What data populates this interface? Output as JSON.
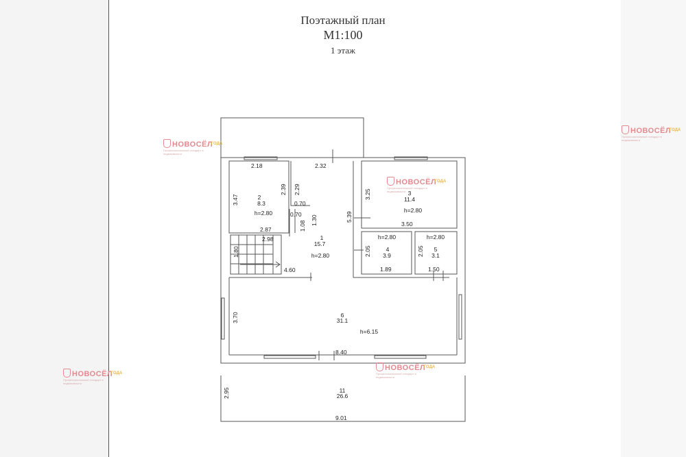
{
  "header": {
    "title": "Поэтажный план",
    "scale": "М1:100",
    "floor": "1 этаж"
  },
  "watermark": {
    "brand": "НОВОСЁЛ",
    "tagline": "Профессиональный стандарт в недвижимости",
    "badge_top": "",
    "badge_bottom": "ГОДА",
    "color": "#e48a8f"
  },
  "rooms": [
    {
      "num": "1",
      "area": "15.7",
      "height": "h=2.80"
    },
    {
      "num": "2",
      "area": "8.3",
      "height": "h=2.80"
    },
    {
      "num": "3",
      "area": "11.4",
      "height": "h=2.80"
    },
    {
      "num": "4",
      "area": "3.9",
      "height": "h=2.80"
    },
    {
      "num": "5",
      "area": "3.1",
      "height": "h=2.80"
    },
    {
      "num": "6",
      "area": "31.1",
      "height": "h=6.15"
    },
    {
      "num": "11",
      "area": "26.6"
    }
  ],
  "dimensions": {
    "d218": "2.18",
    "d232": "2.32",
    "d239": "2.39",
    "d229": "2.29",
    "d347": "3.47",
    "d070a": "0.70",
    "d070b": "0.70",
    "d108": "1.08",
    "d130": "1.30",
    "d287": "2.87",
    "d298": "2.98",
    "d180": "1.80",
    "d460": "4.60",
    "d325": "3.25",
    "d539": "5.39",
    "d350": "3.50",
    "d205a": "2.05",
    "d205b": "2.05",
    "d189": "1.89",
    "d150": "1.50",
    "d370": "3.70",
    "d840": "8.40",
    "d295": "2.95",
    "d901": "9.01"
  },
  "colors": {
    "wall": "#555555",
    "paper": "#ffffff",
    "margin": "#f4f4f4"
  }
}
